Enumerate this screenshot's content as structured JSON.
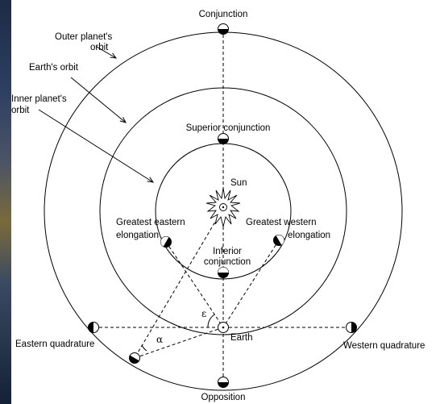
{
  "labels": {
    "conjunction": "Conjunction",
    "outer_orbit_1": "Outer planet's",
    "outer_orbit_2": "orbit",
    "earth_orbit": "Earth's orbit",
    "inner_orbit_1": "Inner planet's",
    "inner_orbit_2": "orbit",
    "superior_conjunction": "Superior conjunction",
    "sun": "Sun",
    "greatest_eastern_1": "Greatest  eastern",
    "greatest_eastern_2": "elongation",
    "greatest_western_1": "Greatest  western",
    "greatest_western_2": "elongation",
    "inferior_1": "Inferior",
    "inferior_2": "conjunction",
    "epsilon": "ε",
    "alpha": "α",
    "earth": "Earth",
    "eastern_quadrature": "Eastern quadrature",
    "western_quadrature": "Western quadrature",
    "opposition": "Opposition"
  },
  "colors": {
    "line": "#000000",
    "planet_dark": "#000000",
    "planet_light": "#ffffff"
  }
}
